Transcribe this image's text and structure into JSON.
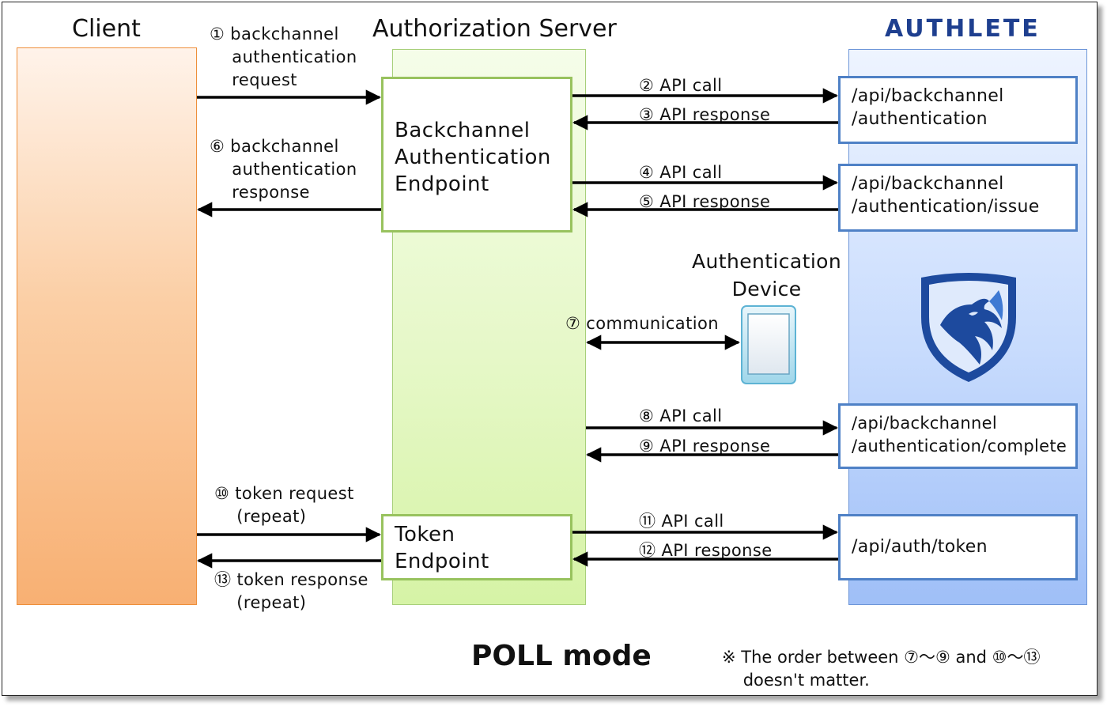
{
  "columns": {
    "client": "Client",
    "server": "Authorization Server",
    "brand": "AUTHLETE"
  },
  "endpoints": {
    "backchannel": "Backchannel\nAuthentication\nEndpoint",
    "token": "Token\nEndpoint"
  },
  "api_endpoints": [
    "/api/backchannel\n/authentication",
    "/api/backchannel\n/authentication/issue",
    "/api/backchannel\n/authentication/complete",
    "/api/auth/token"
  ],
  "device": {
    "label": "Authentication\nDevice"
  },
  "steps": {
    "s1": "① backchannel\n    authentication\n    request",
    "s2": "② API call",
    "s3": "③ API response",
    "s4": "④ API call",
    "s5": "⑤ API response",
    "s6": "⑥ backchannel\n    authentication\n    response",
    "s7": "⑦ communication",
    "s8": "⑧ API call",
    "s9": "⑨ API response",
    "s10": "⑩ token request\n    (repeat)",
    "s11": "⑪ API call",
    "s12": "⑫ API response",
    "s13": "⑬ token response\n    (repeat)"
  },
  "footer": {
    "mode": "POLL mode",
    "note": "※ The order between ⑦〜⑨ and ⑩〜⑬\n    doesn't matter."
  },
  "colors": {
    "client_border": "#ee8f3a",
    "server_border": "#a7cf7a",
    "authlete_border": "#6d96d8",
    "brand": "#1e3f8f"
  },
  "icons": {
    "logo": "authlete-eagle-shield-icon",
    "device": "tablet-device-icon"
  }
}
